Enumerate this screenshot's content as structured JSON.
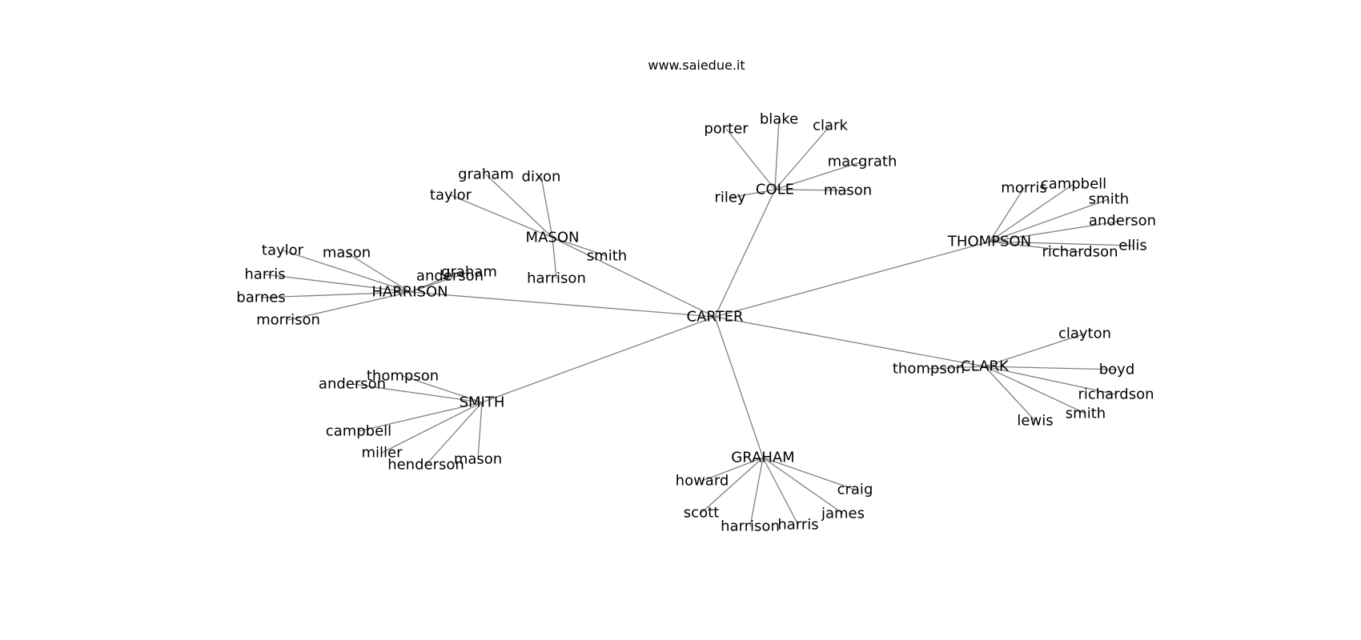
{
  "title": "www.saiedue.it",
  "colors": {
    "edge": "#808080",
    "text": "#000000",
    "background": "#ffffff"
  },
  "graph": {
    "root": {
      "id": "carter",
      "label": "CARTER"
    },
    "hubs": [
      {
        "id": "cole",
        "label": "COLE",
        "children": [
          "porter",
          "blake",
          "clark",
          "macgrath",
          "mason",
          "riley"
        ]
      },
      {
        "id": "mason",
        "label": "MASON",
        "children": [
          "graham",
          "dixon",
          "taylor",
          "smith",
          "harrison"
        ]
      },
      {
        "id": "harrison",
        "label": "HARRISON",
        "children": [
          "taylor",
          "mason",
          "harris",
          "graham",
          "anderson",
          "barnes",
          "morrison"
        ]
      },
      {
        "id": "thompson",
        "label": "THOMPSON",
        "children": [
          "morris",
          "campbell",
          "smith",
          "anderson",
          "ellis",
          "richardson"
        ]
      },
      {
        "id": "clark",
        "label": "CLARK",
        "children": [
          "clayton",
          "boyd",
          "thompson",
          "richardson",
          "smith",
          "lewis"
        ]
      },
      {
        "id": "smith",
        "label": "SMITH",
        "children": [
          "thompson",
          "anderson",
          "campbell",
          "miller",
          "henderson",
          "mason"
        ]
      },
      {
        "id": "graham",
        "label": "GRAHAM",
        "children": [
          "howard",
          "craig",
          "scott",
          "james",
          "harrison",
          "harris"
        ]
      }
    ]
  }
}
